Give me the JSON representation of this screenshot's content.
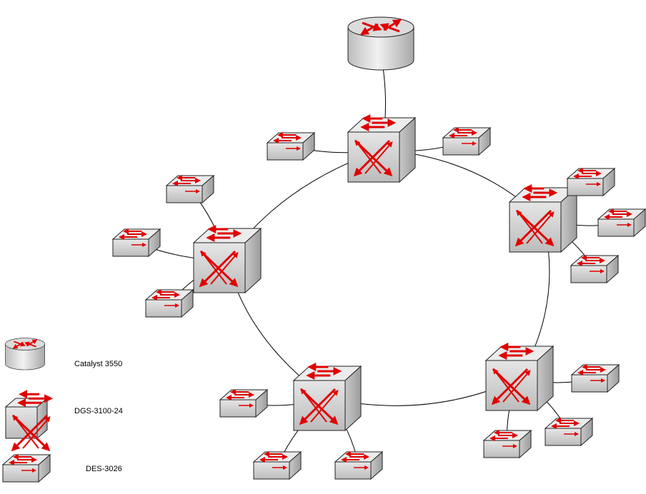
{
  "diagram": {
    "type": "network-topology",
    "colors": {
      "device_face": "#e6e6e6",
      "device_side": "#b3b3b3",
      "arrow": "#e00000",
      "link": "#000000",
      "outline": "#222222"
    },
    "nodes": [
      {
        "id": "core-router",
        "kind": "router"
      },
      {
        "id": "ring-top",
        "kind": "dgs"
      },
      {
        "id": "ring-right",
        "kind": "dgs"
      },
      {
        "id": "ring-bottom-right",
        "kind": "dgs"
      },
      {
        "id": "ring-bottom",
        "kind": "dgs"
      },
      {
        "id": "ring-left",
        "kind": "dgs"
      },
      {
        "id": "access-top-left",
        "kind": "des"
      },
      {
        "id": "access-top-right",
        "kind": "des"
      },
      {
        "id": "access-right-1",
        "kind": "des"
      },
      {
        "id": "access-right-2",
        "kind": "des"
      },
      {
        "id": "access-right-3",
        "kind": "des"
      },
      {
        "id": "access-br-1",
        "kind": "des"
      },
      {
        "id": "access-br-2",
        "kind": "des"
      },
      {
        "id": "access-br-3",
        "kind": "des"
      },
      {
        "id": "access-bottom-1",
        "kind": "des"
      },
      {
        "id": "access-bottom-2",
        "kind": "des"
      },
      {
        "id": "access-bottom-3",
        "kind": "des"
      },
      {
        "id": "access-left-1",
        "kind": "des"
      },
      {
        "id": "access-left-2",
        "kind": "des"
      },
      {
        "id": "access-left-3",
        "kind": "des"
      }
    ],
    "links": [
      [
        "core-router",
        "ring-top"
      ],
      [
        "ring-top",
        "ring-right"
      ],
      [
        "ring-right",
        "ring-bottom-right"
      ],
      [
        "ring-bottom-right",
        "ring-bottom"
      ],
      [
        "ring-bottom",
        "ring-left"
      ],
      [
        "ring-left",
        "ring-top"
      ],
      [
        "ring-top",
        "access-top-left"
      ],
      [
        "ring-top",
        "access-top-right"
      ],
      [
        "ring-right",
        "access-right-1"
      ],
      [
        "ring-right",
        "access-right-2"
      ],
      [
        "ring-right",
        "access-right-3"
      ],
      [
        "ring-bottom-right",
        "access-br-1"
      ],
      [
        "ring-bottom-right",
        "access-br-2"
      ],
      [
        "ring-bottom-right",
        "access-br-3"
      ],
      [
        "ring-bottom",
        "access-bottom-1"
      ],
      [
        "ring-bottom",
        "access-bottom-2"
      ],
      [
        "ring-bottom",
        "access-bottom-3"
      ],
      [
        "ring-left",
        "access-left-1"
      ],
      [
        "ring-left",
        "access-left-2"
      ],
      [
        "ring-left",
        "access-left-3"
      ]
    ]
  },
  "legend": {
    "router_label": "Catalyst 3550",
    "dgs_label": "DGS-3100-24",
    "des_label": "DES-3026"
  }
}
